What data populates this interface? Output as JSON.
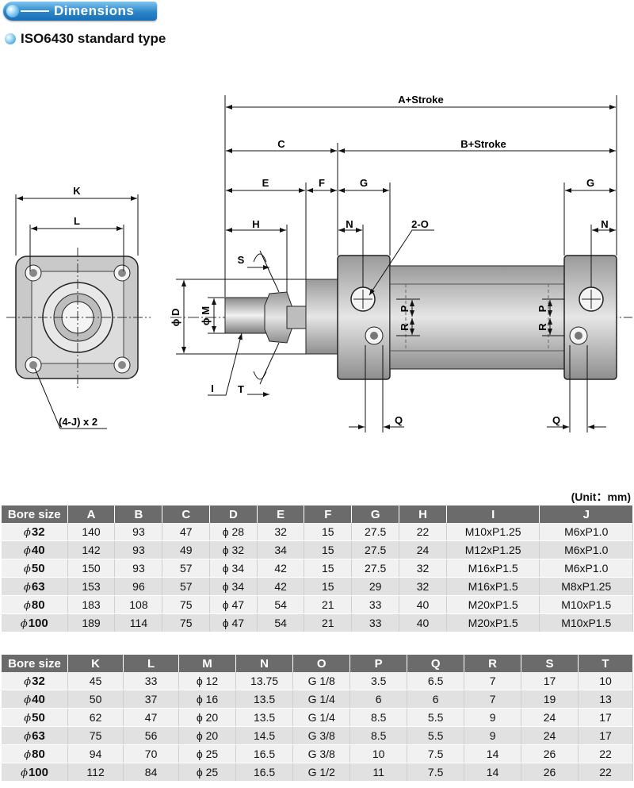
{
  "header": {
    "section_title": "Dimensions",
    "subtitle": "ISO6430 standard type"
  },
  "drawing_labels": {
    "a_stroke": "A+Stroke",
    "b_stroke": "B+Stroke",
    "c": "C",
    "e": "E",
    "f": "F",
    "g": "G",
    "h": "H",
    "n": "N",
    "two_o": "2-O",
    "s": "S",
    "t": "T",
    "i": "I",
    "d": "ϕ D",
    "m": "ϕ M",
    "p": "P",
    "r": "R",
    "q": "Q",
    "k": "K",
    "l": "L",
    "four_j": "(4-J) x 2"
  },
  "unit_label": "(Unit：mm)",
  "table1": {
    "headers": [
      "Bore size",
      "A",
      "B",
      "C",
      "D",
      "E",
      "F",
      "G",
      "H",
      "I",
      "J"
    ],
    "rows": [
      [
        "32",
        "140",
        "93",
        "47",
        "ϕ 28",
        "32",
        "15",
        "27.5",
        "22",
        "M10xP1.25",
        "M6xP1.0"
      ],
      [
        "40",
        "142",
        "93",
        "49",
        "ϕ 32",
        "34",
        "15",
        "27.5",
        "24",
        "M12xP1.25",
        "M6xP1.0"
      ],
      [
        "50",
        "150",
        "93",
        "57",
        "ϕ 34",
        "42",
        "15",
        "27.5",
        "32",
        "M16xP1.5",
        "M6xP1.0"
      ],
      [
        "63",
        "153",
        "96",
        "57",
        "ϕ 34",
        "42",
        "15",
        "29",
        "32",
        "M16xP1.5",
        "M8xP1.25"
      ],
      [
        "80",
        "183",
        "108",
        "75",
        "ϕ 47",
        "54",
        "21",
        "33",
        "40",
        "M20xP1.5",
        "M10xP1.5"
      ],
      [
        "100",
        "189",
        "114",
        "75",
        "ϕ 47",
        "54",
        "21",
        "33",
        "40",
        "M20xP1.5",
        "M10xP1.5"
      ]
    ]
  },
  "table2": {
    "headers": [
      "Bore size",
      "K",
      "L",
      "M",
      "N",
      "O",
      "P",
      "Q",
      "R",
      "S",
      "T"
    ],
    "rows": [
      [
        "32",
        "45",
        "33",
        "ϕ 12",
        "13.75",
        "G 1/8",
        "3.5",
        "6.5",
        "7",
        "17",
        "10"
      ],
      [
        "40",
        "50",
        "37",
        "ϕ 16",
        "13.5",
        "G 1/4",
        "6",
        "6",
        "7",
        "19",
        "13"
      ],
      [
        "50",
        "62",
        "47",
        "ϕ 20",
        "13.5",
        "G 1/4",
        "8.5",
        "5.5",
        "9",
        "24",
        "17"
      ],
      [
        "63",
        "75",
        "56",
        "ϕ 20",
        "14.5",
        "G 3/8",
        "8.5",
        "5.5",
        "9",
        "24",
        "17"
      ],
      [
        "80",
        "94",
        "70",
        "ϕ 25",
        "16.5",
        "G 3/8",
        "10",
        "7.5",
        "14",
        "26",
        "22"
      ],
      [
        "100",
        "112",
        "84",
        "ϕ 25",
        "16.5",
        "G 1/2",
        "11",
        "7.5",
        "14",
        "26",
        "22"
      ]
    ]
  },
  "bore_symbol": "ϕ"
}
